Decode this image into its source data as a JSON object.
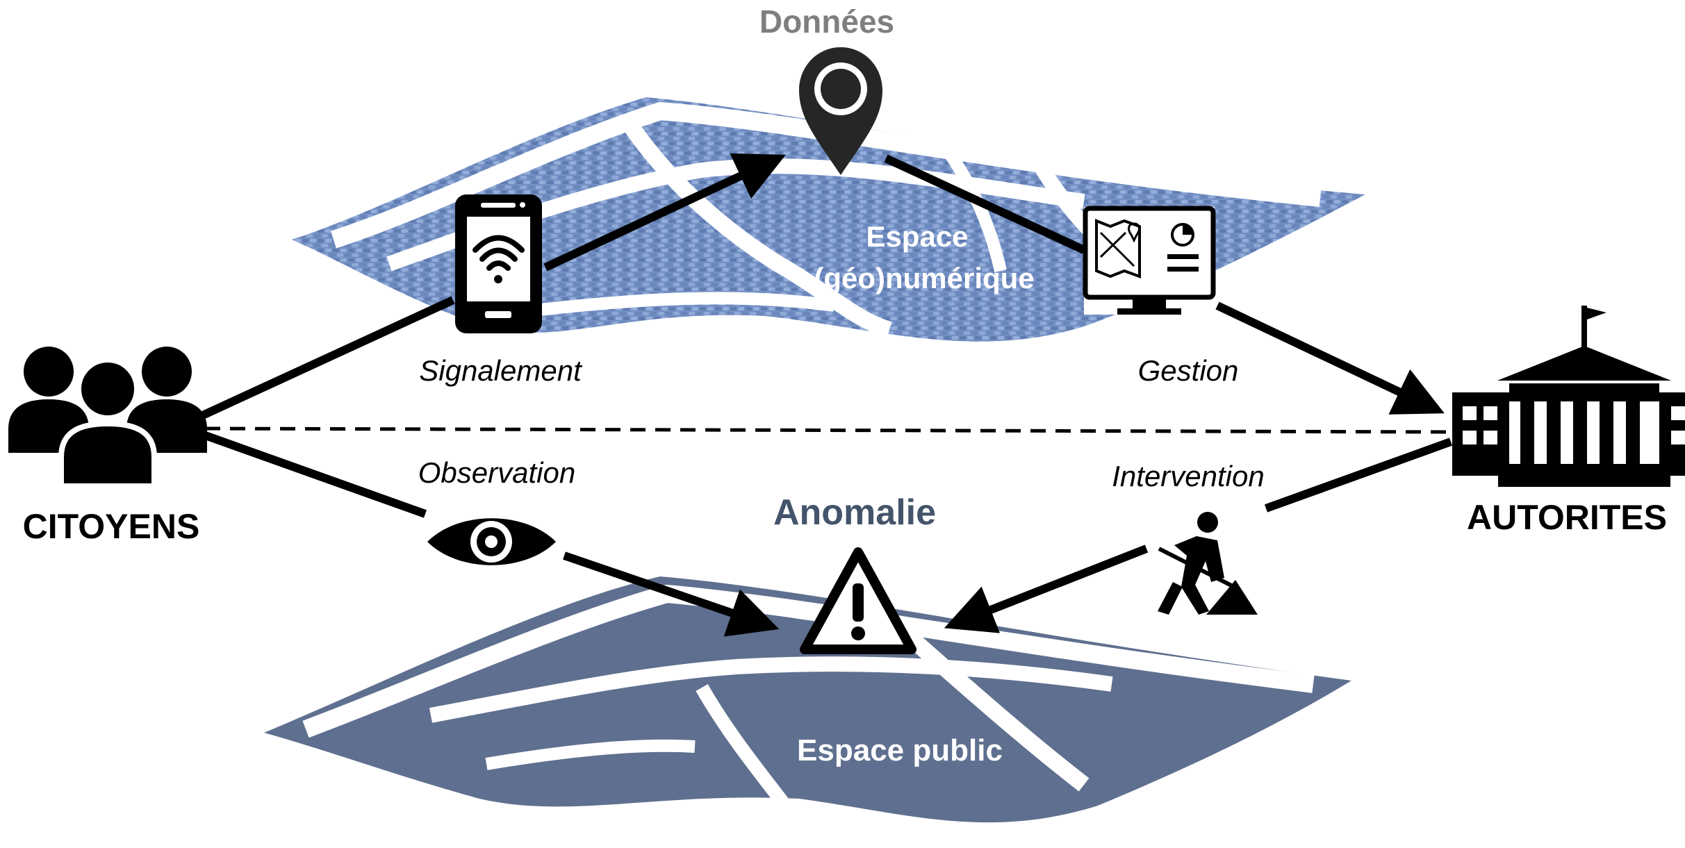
{
  "labels": {
    "donnees": "Données",
    "espace_numerique_line1": "Espace",
    "espace_numerique_line2": "(géo)numérique",
    "signalement": "Signalement",
    "gestion": "Gestion",
    "observation": "Observation",
    "intervention": "Intervention",
    "anomalie": "Anomalie",
    "espace_public": "Espace public",
    "citoyens": "CITOYENS",
    "autorites": "AUTORITES"
  },
  "colors": {
    "digital_map": "#6f8bbf",
    "digital_map_dark": "#4f6aa0",
    "public_map": "#5f6f8f",
    "donnees_text": "#7f7f7f",
    "anomalie_text": "#44546a",
    "ink": "#000000"
  },
  "icons": [
    "people-icon",
    "smartphone-wifi-icon",
    "location-pin-icon",
    "monitor-map-icon",
    "government-building-icon",
    "eye-icon",
    "warning-triangle-icon",
    "worker-digging-icon"
  ]
}
